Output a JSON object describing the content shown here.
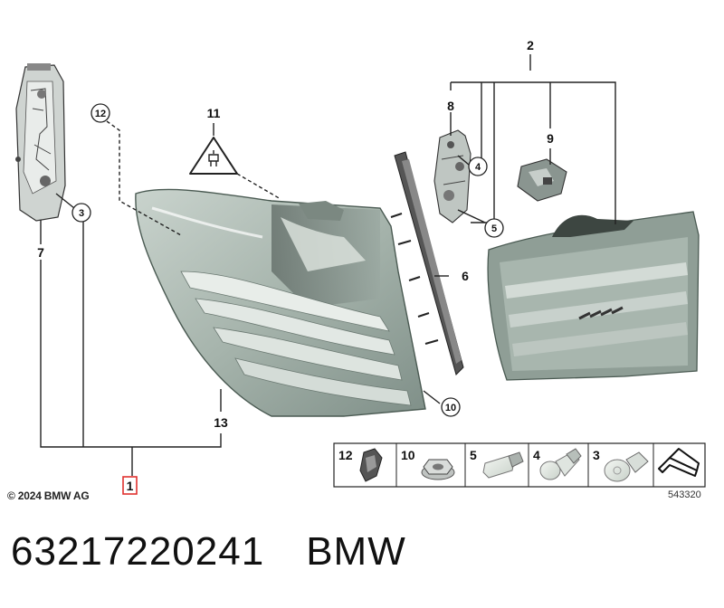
{
  "callouts": {
    "c1": "1",
    "c2": "2",
    "c3": "3",
    "c4": "4",
    "c5": "5",
    "c6": "6",
    "c7": "7",
    "c8": "8",
    "c9": "9",
    "c10": "10",
    "c11": "11",
    "c12": "12",
    "c13": "13"
  },
  "legend": {
    "items": [
      {
        "number": "12",
        "icon": "clip-icon"
      },
      {
        "number": "10",
        "icon": "hex-nut-icon"
      },
      {
        "number": "5",
        "icon": "small-bulb-icon"
      },
      {
        "number": "4",
        "icon": "wedge-bulb-icon"
      },
      {
        "number": "3",
        "icon": "bayonet-bulb-icon"
      },
      {
        "number": "",
        "icon": "gasket-strip-icon"
      }
    ]
  },
  "footer": {
    "copyright": "© 2024 BMW AG",
    "figure_number": "543320"
  },
  "caption": {
    "part_number": "63217220241",
    "brand": "BMW"
  },
  "colors": {
    "line": "#222222",
    "lamp_fill": "#9fb0a6",
    "lamp_dark": "#6f7d77",
    "highlight_box": "#e0312f"
  }
}
